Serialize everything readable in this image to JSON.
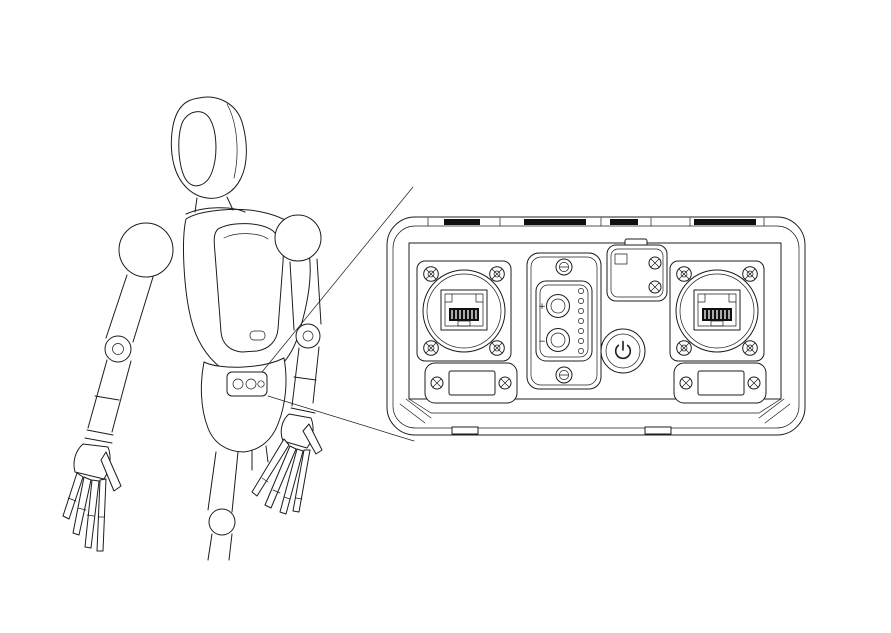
{
  "page": {
    "background": "#ffffff"
  },
  "drawing": {
    "type": "technical-line-diagram",
    "subject": "Humanoid robot with magnified rear waist connector panel",
    "stroke_color": "#1c1c1c",
    "dark_fill": "#101010"
  },
  "callout": {
    "source": "robot-waist-panel",
    "target": "connector-panel-detail",
    "leader_lines": 2
  },
  "panel": {
    "labels": {
      "positive": "+",
      "negative": "−"
    },
    "components": [
      {
        "id": "ethernet-port-left",
        "type": "rj45-ethernet-port",
        "screws": 4
      },
      {
        "id": "power-connector",
        "type": "dc-power-connector",
        "terminals": 2,
        "pin_dots": 7,
        "screws": 2
      },
      {
        "id": "power-button",
        "type": "power-button"
      },
      {
        "id": "aux-module",
        "type": "latch-module",
        "screws": 2
      },
      {
        "id": "ethernet-port-right",
        "type": "rj45-ethernet-port",
        "screws": 4
      },
      {
        "id": "slot-left",
        "type": "rectangular-slot",
        "screws": 2
      },
      {
        "id": "slot-right",
        "type": "rectangular-slot",
        "screws": 2
      }
    ]
  }
}
